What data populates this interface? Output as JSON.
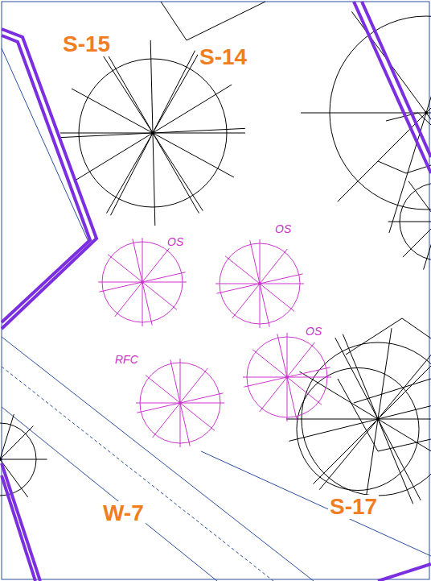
{
  "diagram": {
    "labels": [
      "S-15",
      "S-14",
      "OS",
      "OS",
      "OS",
      "RFC",
      "W-7",
      "S-17"
    ]
  }
}
